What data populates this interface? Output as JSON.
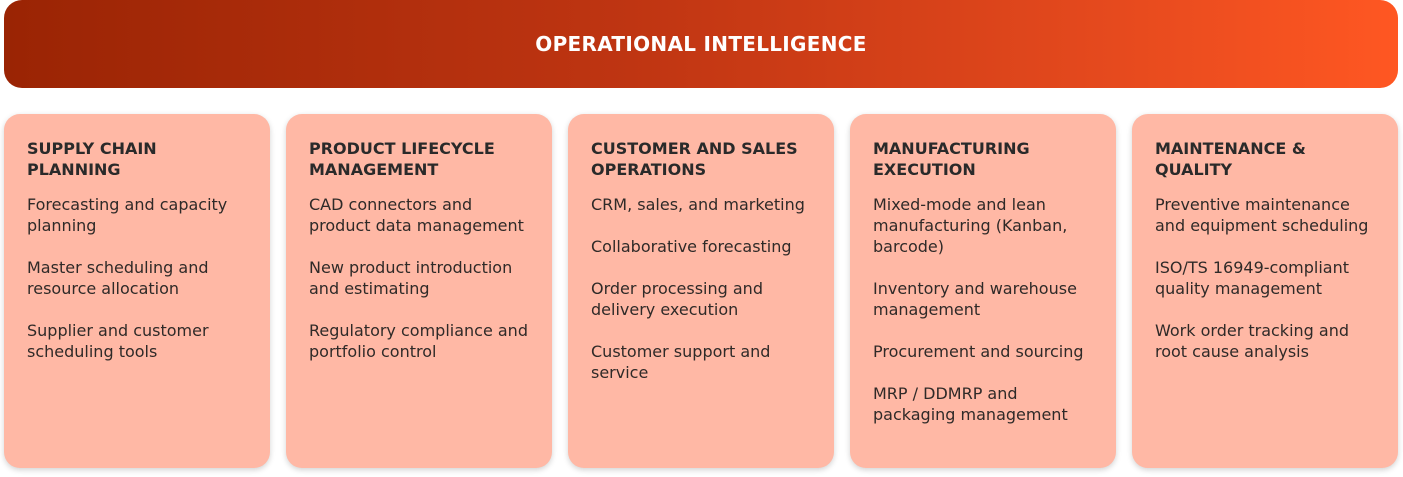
{
  "banner": {
    "title": "OPERATIONAL INTELLIGENCE",
    "gradient_start": "#9a2404",
    "gradient_end": "#ff5722"
  },
  "card_color": "#ffb8a5",
  "columns": [
    {
      "title": "SUPPLY CHAIN PLANNING",
      "items": [
        "Forecasting and capacity planning",
        "Master scheduling and resource allocation",
        "Supplier and customer scheduling tools"
      ]
    },
    {
      "title": "PRODUCT LIFECYCLE MANAGEMENT",
      "items": [
        "CAD connectors and product data management",
        "New product introduction and estimating",
        "Regulatory compliance and portfolio control"
      ]
    },
    {
      "title": "CUSTOMER AND SALES OPERATIONS",
      "items": [
        "CRM, sales, and marketing",
        "Collaborative forecasting",
        "Order processing and delivery execution",
        "Customer support and service"
      ]
    },
    {
      "title": "MANUFACTURING EXECUTION",
      "items": [
        "Mixed-mode and lean manufacturing (Kanban, barcode)",
        "Inventory and warehouse management",
        "Procurement and sourcing",
        "MRP / DDMRP and packaging management"
      ]
    },
    {
      "title": "MAINTENANCE & QUALITY",
      "items": [
        "Preventive maintenance and equipment scheduling",
        "ISO/TS 16949-compliant quality management",
        "Work order tracking and root cause analysis"
      ]
    }
  ]
}
